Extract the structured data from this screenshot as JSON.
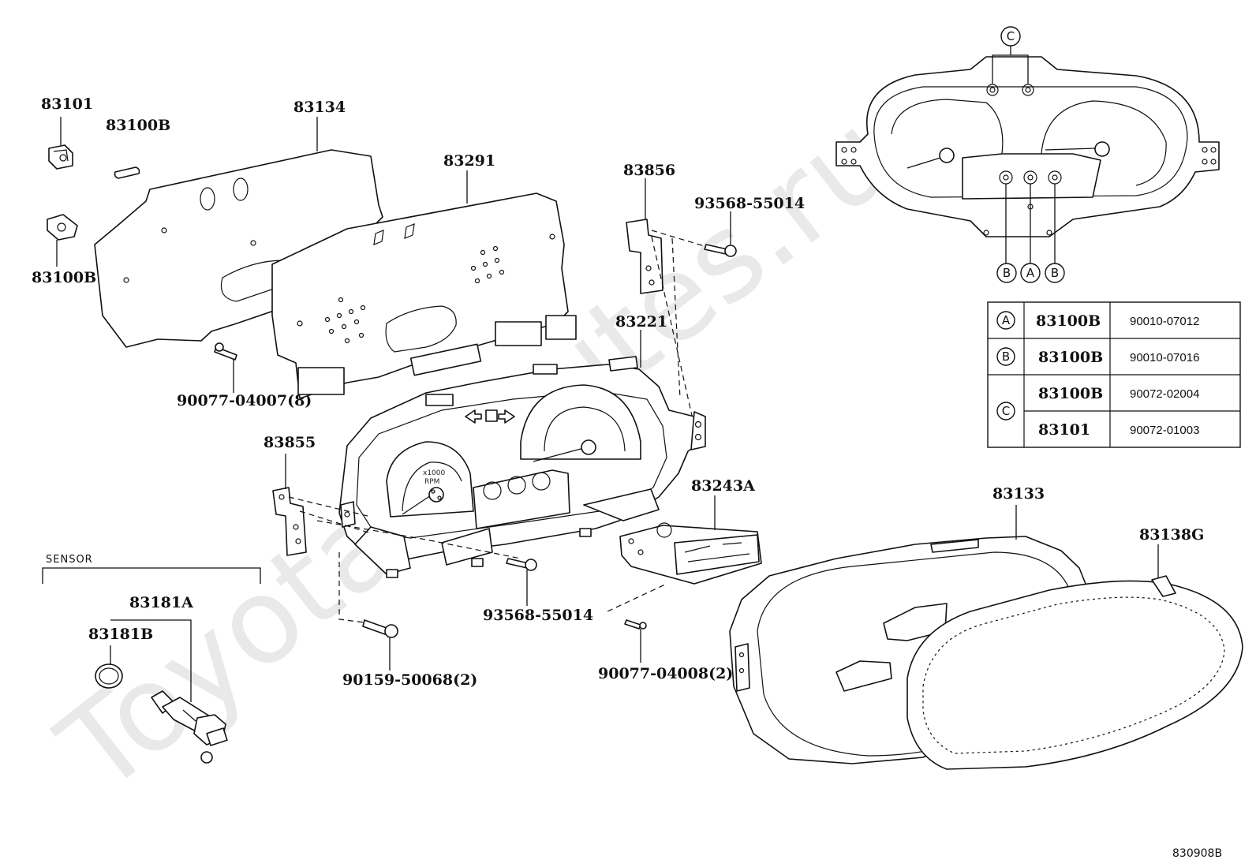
{
  "watermark": "ToyotaMinutes.ru",
  "diagram_code": "830908B",
  "section_label": "SENSOR",
  "parts": {
    "p83101": "83101",
    "p83100B_top": "83100B",
    "p83100B_left": "83100B",
    "p83134": "83134",
    "p83291": "83291",
    "p83856": "83856",
    "p93568_top": "93568-55014",
    "p83221": "83221",
    "p90077_04007": "90077-04007(8)",
    "p83855": "83855",
    "p83243A": "83243A",
    "p93568_bottom": "93568-55014",
    "p90159": "90159-50068(2)",
    "p90077_04008": "90077-04008(2)",
    "p83181A": "83181A",
    "p83181B": "83181B",
    "p83133": "83133",
    "p83138G": "83138G"
  },
  "gauge_text": {
    "rpm_scale": "x1000",
    "rpm_unit": "RPM"
  },
  "callouts": {
    "top": "C",
    "bottom_left": "B",
    "bottom_mid": "A",
    "bottom_right": "B"
  },
  "bulb_table": {
    "rows": [
      {
        "key": "A",
        "part": "83100B",
        "code": "90010-07012"
      },
      {
        "key": "B",
        "part": "83100B",
        "code": "90010-07016"
      },
      {
        "key": "C",
        "part": "83100B",
        "code": "90072-02004"
      },
      {
        "key": "",
        "part": "83101",
        "code": "90072-01003"
      }
    ]
  }
}
